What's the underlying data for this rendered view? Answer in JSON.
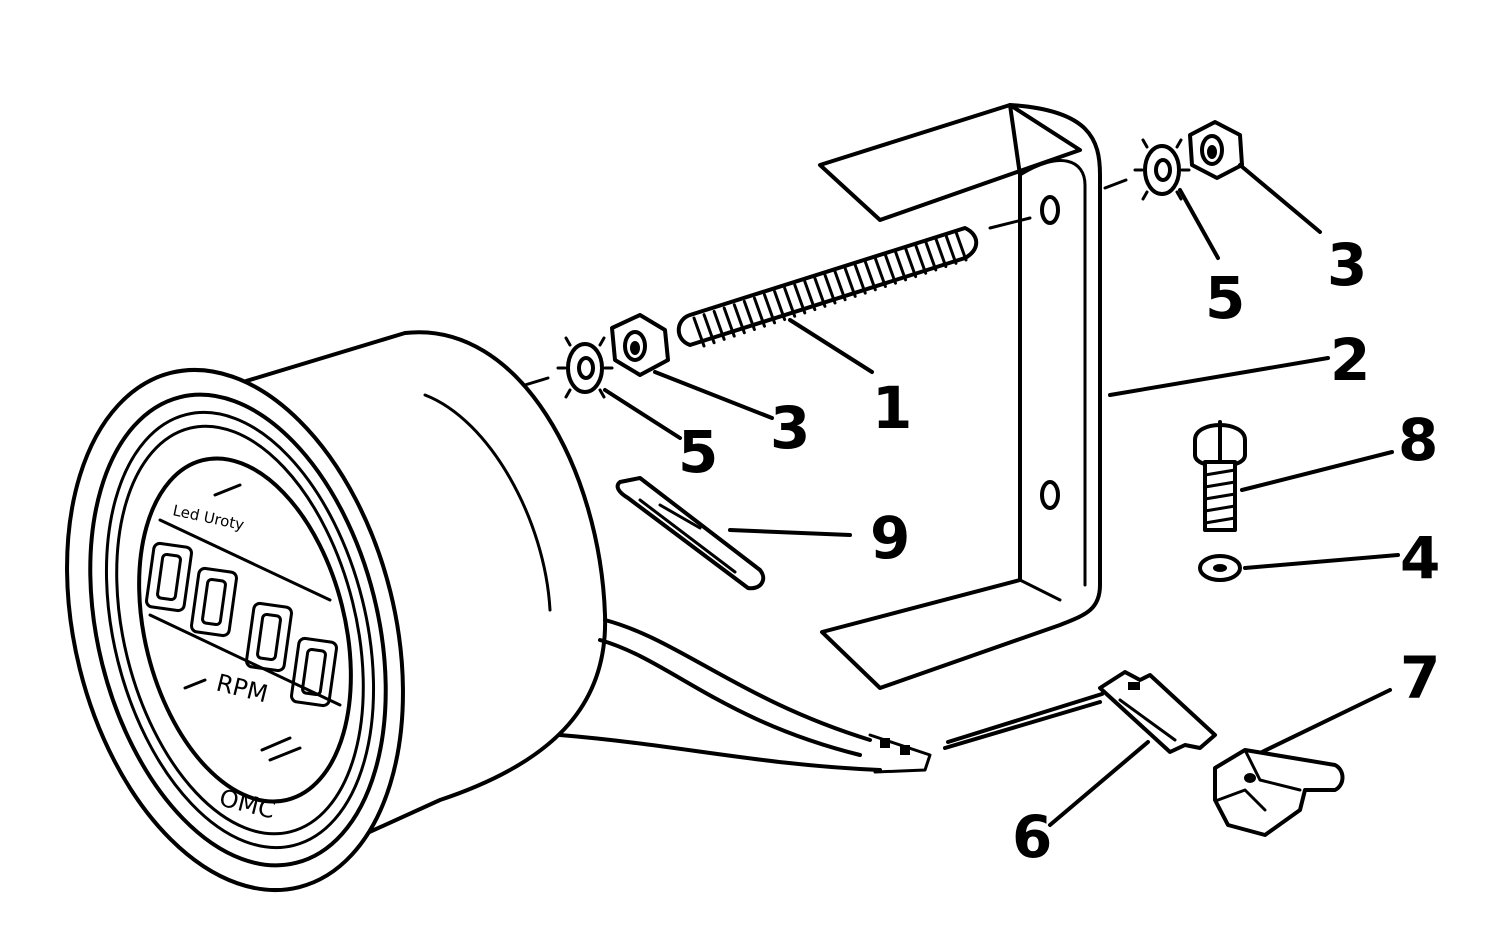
{
  "diagram": {
    "callouts": [
      {
        "id": "c1",
        "label": "1"
      },
      {
        "id": "c2",
        "label": "2"
      },
      {
        "id": "c3a",
        "label": "3"
      },
      {
        "id": "c3b",
        "label": "3"
      },
      {
        "id": "c4",
        "label": "4"
      },
      {
        "id": "c5a",
        "label": "5"
      },
      {
        "id": "c5b",
        "label": "5"
      },
      {
        "id": "c6",
        "label": "6"
      },
      {
        "id": "c7",
        "label": "7"
      },
      {
        "id": "c8",
        "label": "8"
      },
      {
        "id": "c9",
        "label": "9"
      }
    ],
    "gauge": {
      "unit_label": "RPM",
      "brand_label": "OMC",
      "face_small_text": "Led Uroty"
    }
  }
}
